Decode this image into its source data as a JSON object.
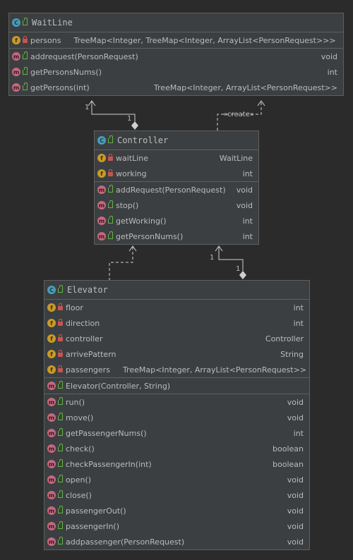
{
  "waitline": {
    "name": "WaitLine",
    "fields": [
      {
        "name": "persons",
        "type": "TreeMap<Integer, TreeMap<Integer, ArrayList<PersonRequest>>>",
        "icon": "field-icon",
        "access": "private"
      }
    ],
    "methods": [
      {
        "name": "addrequest(PersonRequest)",
        "type": "void"
      },
      {
        "name": "getPersonsNums()",
        "type": "int"
      },
      {
        "name": "getPersons(int)",
        "type": "TreeMap<Integer, ArrayList<PersonRequest>>"
      }
    ]
  },
  "controller": {
    "name": "Controller",
    "fields": [
      {
        "name": "waitLine",
        "type": "WaitLine"
      },
      {
        "name": "working",
        "type": "int"
      }
    ],
    "methods": [
      {
        "name": "addRequest(PersonRequest)",
        "type": "void"
      },
      {
        "name": "stop()",
        "type": "void"
      },
      {
        "name": "getWorking()",
        "type": "int"
      },
      {
        "name": "getPersonNums()",
        "type": "int"
      }
    ]
  },
  "elevator": {
    "name": "Elevator",
    "fields": [
      {
        "name": "floor",
        "type": "int"
      },
      {
        "name": "direction",
        "type": "int"
      },
      {
        "name": "controller",
        "type": "Controller"
      },
      {
        "name": "arrivePattern",
        "type": "String"
      },
      {
        "name": "passengers",
        "type": "TreeMap<Integer, ArrayList<PersonRequest>>"
      }
    ],
    "constructors": [
      {
        "name": "Elevator(Controller, String)"
      }
    ],
    "methods": [
      {
        "name": "run()",
        "type": "void"
      },
      {
        "name": "move()",
        "type": "void"
      },
      {
        "name": "getPassengerNums()",
        "type": "int"
      },
      {
        "name": "check()",
        "type": "boolean"
      },
      {
        "name": "checkPassengerIn(int)",
        "type": "boolean"
      },
      {
        "name": "open()",
        "type": "void"
      },
      {
        "name": "close()",
        "type": "void"
      },
      {
        "name": "passengerOut()",
        "type": "void"
      },
      {
        "name": "passengerIn()",
        "type": "void"
      },
      {
        "name": "addpassenger(PersonRequest)",
        "type": "void"
      }
    ]
  },
  "connectors": {
    "waitline_controller": {
      "mult_target": "1",
      "mult_source": "1"
    },
    "creates_label": "«create»",
    "controller_elevator": {
      "mult_target": "1",
      "mult_source": "1"
    }
  },
  "icons": {
    "class": "C",
    "field": "f",
    "method": "m"
  },
  "colors": {
    "background": "#2b2b2b",
    "box": "#3c3f41",
    "border": "#5e6060",
    "class_icon": "#4a9cb8",
    "field_icon": "#c79a2b",
    "method_icon": "#c4697f",
    "public": "#62b543",
    "private": "#c75450"
  }
}
